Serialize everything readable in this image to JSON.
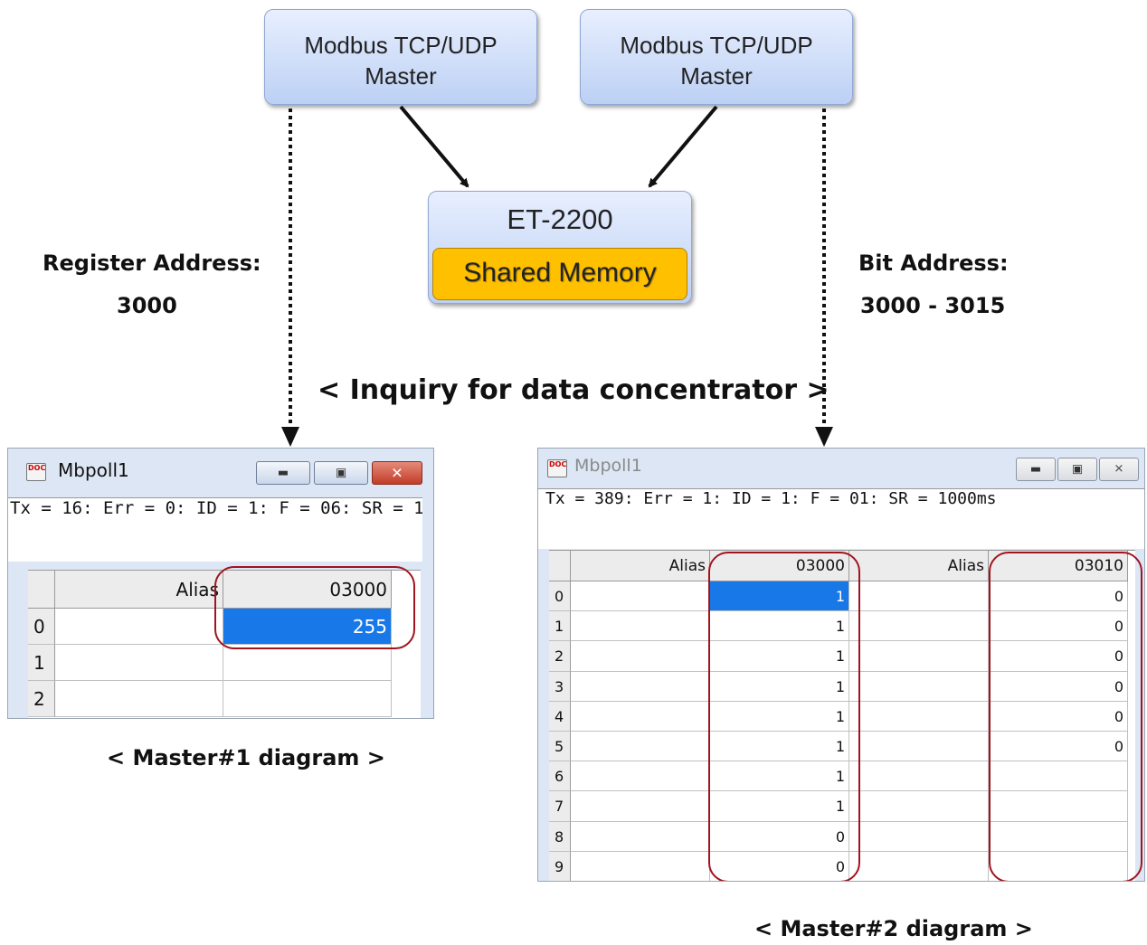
{
  "top": {
    "master1": {
      "line1": "Modbus TCP/UDP",
      "line2": "Master"
    },
    "master2": {
      "line1": "Modbus TCP/UDP",
      "line2": "Master"
    },
    "device": {
      "title": "ET-2200",
      "memory": "Shared Memory"
    }
  },
  "labels": {
    "register_title": "Register Address:",
    "register_value": "3000",
    "bit_title": "Bit Address:",
    "bit_value": "3000 - 3015",
    "inquiry": "< Inquiry for data concentrator >",
    "caption1": "< Master#1 diagram >",
    "caption2": "< Master#2 diagram >"
  },
  "window1": {
    "title": "Mbpoll1",
    "icon_text": "DOC",
    "status": "Tx = 16: Err = 0: ID = 1: F = 06: SR = 1",
    "headers": {
      "alias": "Alias",
      "col": "03000"
    },
    "rows": [
      {
        "idx": "0",
        "value": "255"
      },
      {
        "idx": "1",
        "value": ""
      },
      {
        "idx": "2",
        "value": ""
      }
    ],
    "controls": {
      "minimize": "minimize-icon",
      "maximize": "maximize-icon",
      "close": "close-icon"
    }
  },
  "window2": {
    "title": "Mbpoll1",
    "icon_text": "DOC",
    "status": "Tx = 389: Err = 1: ID = 1: F = 01: SR = 1000ms",
    "headers": {
      "alias1": "Alias",
      "col1": "03000",
      "alias2": "Alias",
      "col2": "03010"
    },
    "rows": [
      {
        "idx": "0",
        "v1": "1",
        "v2": "0"
      },
      {
        "idx": "1",
        "v1": "1",
        "v2": "0"
      },
      {
        "idx": "2",
        "v1": "1",
        "v2": "0"
      },
      {
        "idx": "3",
        "v1": "1",
        "v2": "0"
      },
      {
        "idx": "4",
        "v1": "1",
        "v2": "0"
      },
      {
        "idx": "5",
        "v1": "1",
        "v2": "0"
      },
      {
        "idx": "6",
        "v1": "1",
        "v2": ""
      },
      {
        "idx": "7",
        "v1": "1",
        "v2": ""
      },
      {
        "idx": "8",
        "v1": "0",
        "v2": ""
      },
      {
        "idx": "9",
        "v1": "0",
        "v2": ""
      }
    ]
  },
  "colors": {
    "highlight": "#a0141e",
    "selection": "#1878e8",
    "memory": "#ffc000",
    "box": "#bcd0f4"
  }
}
